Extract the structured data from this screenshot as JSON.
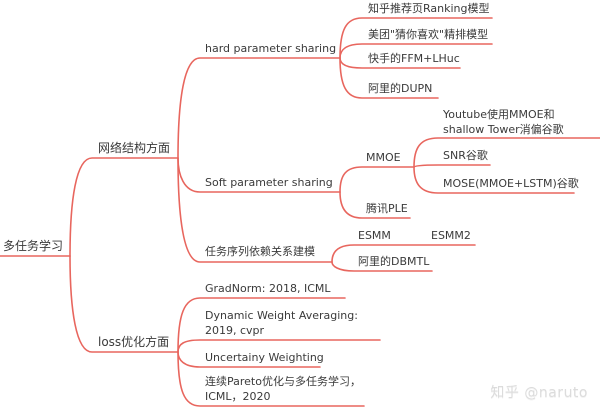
{
  "mindmap": {
    "root": "多任务学习",
    "branches": [
      {
        "label": "网络结构方面",
        "children": [
          {
            "label": "hard parameter sharing",
            "children": [
              "知乎推荐页Ranking模型",
              "美团\"猜你喜欢\"精排模型",
              "快手的FFM+LHuc",
              "阿里的DUPN"
            ]
          },
          {
            "label": "Soft parameter sharing",
            "children": [
              {
                "label": "MMOE",
                "children": [
                  "Youtube使用MMOE和shallow Tower消偏谷歌",
                  "SNR谷歌",
                  "MOSE(MMOE+LSTM)谷歌"
                ]
              },
              {
                "label": "腾讯PLE"
              }
            ]
          },
          {
            "label": "任务序列依赖关系建模",
            "children": [
              {
                "label": "ESMM",
                "sibling_inline": "ESMM2"
              },
              {
                "label": "阿里的DBMTL"
              }
            ]
          }
        ]
      },
      {
        "label": "loss优化方面",
        "children": [
          "GradNorm: 2018, ICML",
          "Dynamic Weight Averaging: 2019, cvpr",
          "Uncertainy Weighting",
          "连续Pareto优化与多任务学习，ICML，2020"
        ]
      }
    ]
  },
  "watermark": "知乎 @naruto",
  "colors": {
    "branch_line": "#e8665e",
    "text": "#3a3a3a",
    "background": "#ffffff"
  }
}
